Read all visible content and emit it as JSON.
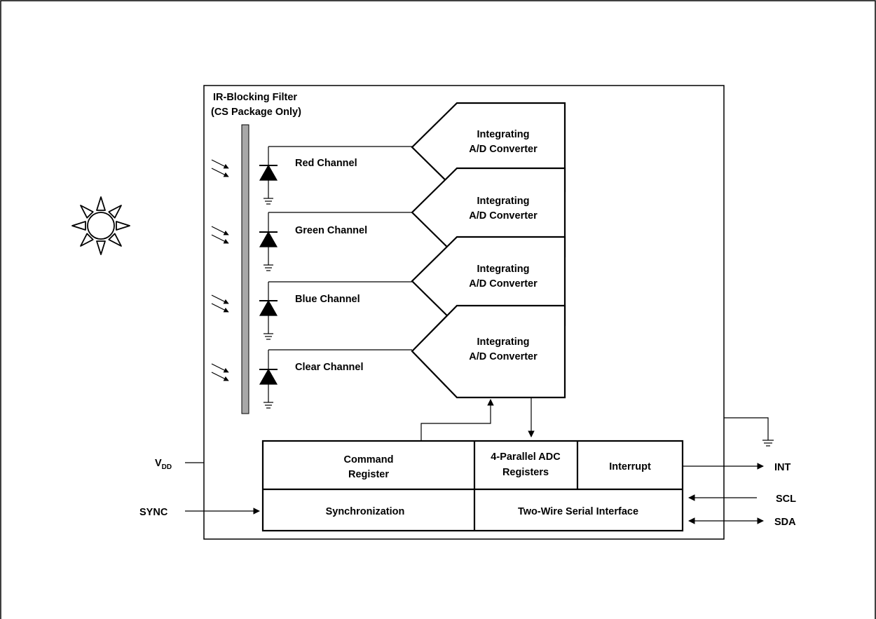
{
  "filter": {
    "title_line1": "IR-Blocking Filter",
    "title_line2": "(CS Package Only)"
  },
  "channels": [
    {
      "name": "Red Channel"
    },
    {
      "name": "Green Channel"
    },
    {
      "name": "Blue Channel"
    },
    {
      "name": "Clear Channel"
    }
  ],
  "adc": {
    "line1": "Integrating",
    "line2": "A/D Converter"
  },
  "registers": {
    "command_line1": "Command",
    "command_line2": "Register",
    "adc_regs_line1": "4-Parallel ADC",
    "adc_regs_line2": "Registers",
    "interrupt": "Interrupt",
    "synchronization": "Synchronization",
    "serial_interface": "Two-Wire Serial Interface"
  },
  "pins": {
    "vdd_main": "V",
    "vdd_sub": "DD",
    "sync": "SYNC",
    "int": "INT",
    "scl": "SCL",
    "sda": "SDA"
  },
  "icons": {
    "light_source": "sun-icon",
    "photodiode": "photodiode-icon",
    "ground": "ground-icon",
    "light_rays": "light-rays-icon"
  },
  "colors": {
    "line": "#000000",
    "filter_fill": "#a8a8a8",
    "background": "#ffffff"
  }
}
